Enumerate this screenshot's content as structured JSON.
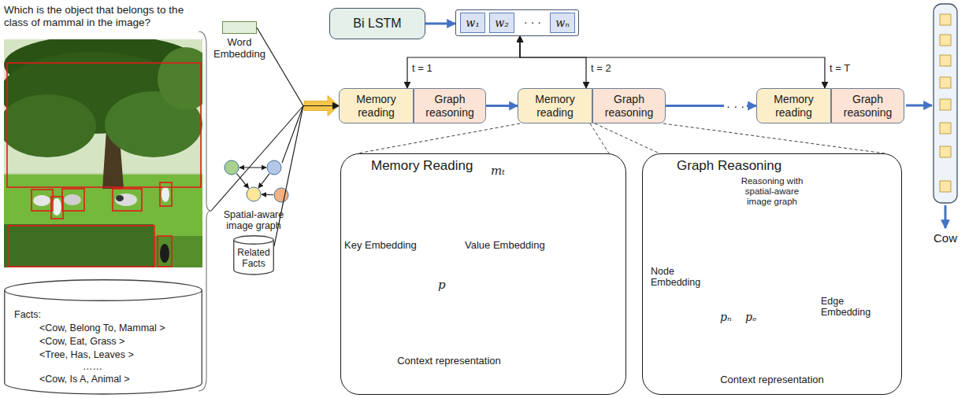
{
  "diagram": {
    "nodes": [
      {
        "text": [
          "Word Embedding"
        ]
      },
      {
        "text": [
          "Related Facts"
        ]
      },
      {
        "text": [
          "Facts:",
          "<Cow, Belong To, Mammal >",
          "<Cow, Eat, Grass >",
          "<Tree, Has, Leaves >",
          "……",
          "<Cow, Is A, Animal >"
        ]
      },
      {
        "text": [
          "Bi LSTM"
        ]
      },
      {
        "text": [
          "· · ·"
        ]
      },
      {
        "text": [
          "w₁"
        ],
        "in": 4
      },
      {
        "text": [
          "w₂"
        ],
        "in": 4
      },
      {
        "text": [
          "wₙ"
        ],
        "in": 4
      },
      {
        "text": [
          "Memory reading"
        ]
      },
      {
        "text": [
          "Graph reasoning"
        ]
      },
      {
        "text": [
          "Memory reading"
        ]
      },
      {
        "text": [
          "Graph reasoning"
        ]
      },
      {
        "text": [
          "Memory reading"
        ]
      },
      {
        "text": [
          "Graph reasoning"
        ]
      },
      {
        "text": [
          "Memory Reading"
        ]
      },
      {
        "text": [
          "Graph Reasoning"
        ]
      }
    ],
    "edges": [
      {
        "from": 3,
        "to": 4,
        "arrow": "to"
      },
      {
        "from": 4,
        "to": 8,
        "arrow": "both"
      },
      {
        "from": 4,
        "to": 10,
        "arrow": "both"
      },
      {
        "from": 4,
        "to": 12,
        "arrow": "both"
      },
      {
        "from": 0,
        "to": 8,
        "arrow": "to"
      },
      {
        "from": 1,
        "to": 8,
        "arrow": "to"
      },
      {
        "from": 9,
        "to": 10,
        "arrow": "to"
      },
      {
        "from": 11,
        "to": 12,
        "arrow": "to",
        "label": "· · ·"
      },
      {
        "from": 10,
        "to": 14,
        "arrow": "none"
      },
      {
        "from": 11,
        "to": 15,
        "arrow": "none"
      }
    ],
    "labels": [
      "Which is the object that belongs to the class of mammal in the image?",
      "Spatial-aware image graph",
      "t = 1",
      "t = 2",
      "t = T",
      "mₜ",
      "Key Embedding",
      "p",
      "Value Embedding",
      "Context representation",
      "Reasoning with spatial-aware image graph",
      "Node Embedding",
      "pₙ",
      "pₑ",
      "Edge Embedding",
      "Context representation",
      "Cow"
    ]
  }
}
